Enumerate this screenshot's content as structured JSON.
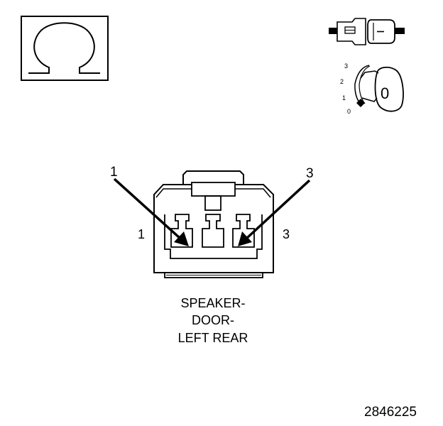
{
  "ohm_symbol": {
    "glyph": "Ω"
  },
  "ignition": {
    "positions": [
      "3",
      "2",
      "1",
      "0"
    ],
    "key_label": "0"
  },
  "connector": {
    "arrow_labels": {
      "left": "1",
      "right": "3"
    },
    "side_labels": {
      "left": "1",
      "right": "3"
    },
    "caption_lines": [
      "SPEAKER-",
      "DOOR-",
      "LEFT REAR"
    ]
  },
  "figure_id": "2846225",
  "colors": {
    "ink": "#000000",
    "paper": "#ffffff"
  }
}
